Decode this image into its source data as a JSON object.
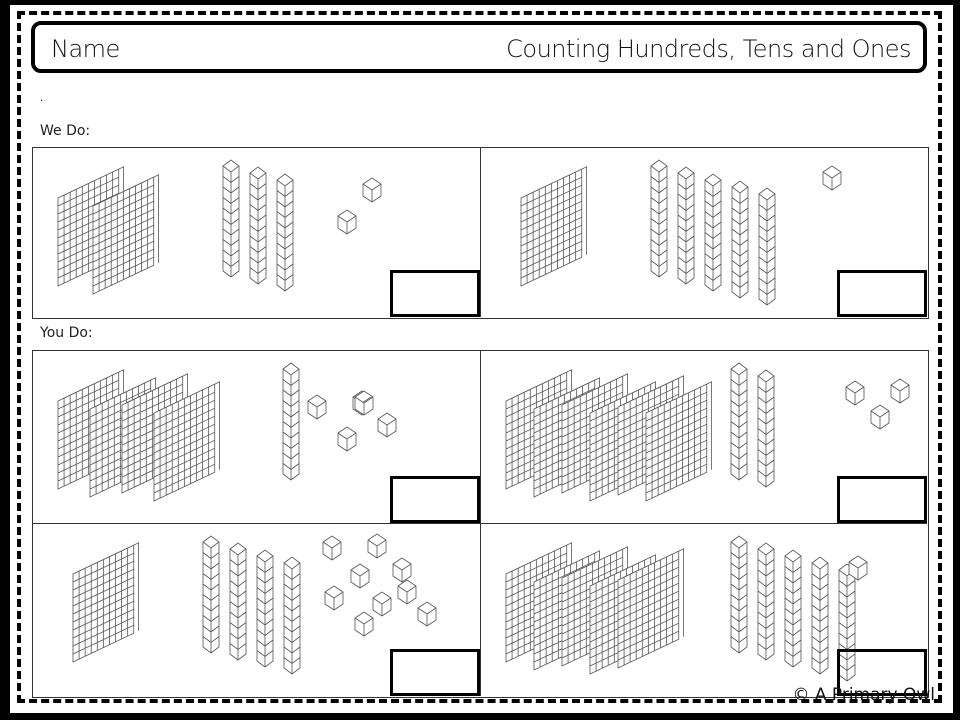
{
  "header": {
    "name_label": "Name",
    "title": "Counting Hundreds, Tens and Ones"
  },
  "stray_mark": ".",
  "sections": {
    "we_do": {
      "label": "We Do:"
    },
    "you_do": {
      "label": "You Do:"
    }
  },
  "panels": [
    {
      "id": "we-do-1",
      "hundreds": 2,
      "tens": 3,
      "ones": 2,
      "answer": ""
    },
    {
      "id": "we-do-2",
      "hundreds": 1,
      "tens": 5,
      "ones": 1,
      "answer": ""
    },
    {
      "id": "you-do-1",
      "hundreds": 4,
      "tens": 1,
      "ones": 5,
      "answer": ""
    },
    {
      "id": "you-do-2",
      "hundreds": 6,
      "tens": 2,
      "ones": 3,
      "answer": ""
    },
    {
      "id": "you-do-3",
      "hundreds": 1,
      "tens": 4,
      "ones": 9,
      "answer": ""
    },
    {
      "id": "you-do-4",
      "hundreds": 5,
      "tens": 5,
      "ones": 1,
      "answer": ""
    }
  ],
  "footer": {
    "copyright": "© A Primary Owl"
  },
  "colors": {
    "border": "#000000",
    "page": "#ffffff",
    "line": "#555555"
  }
}
